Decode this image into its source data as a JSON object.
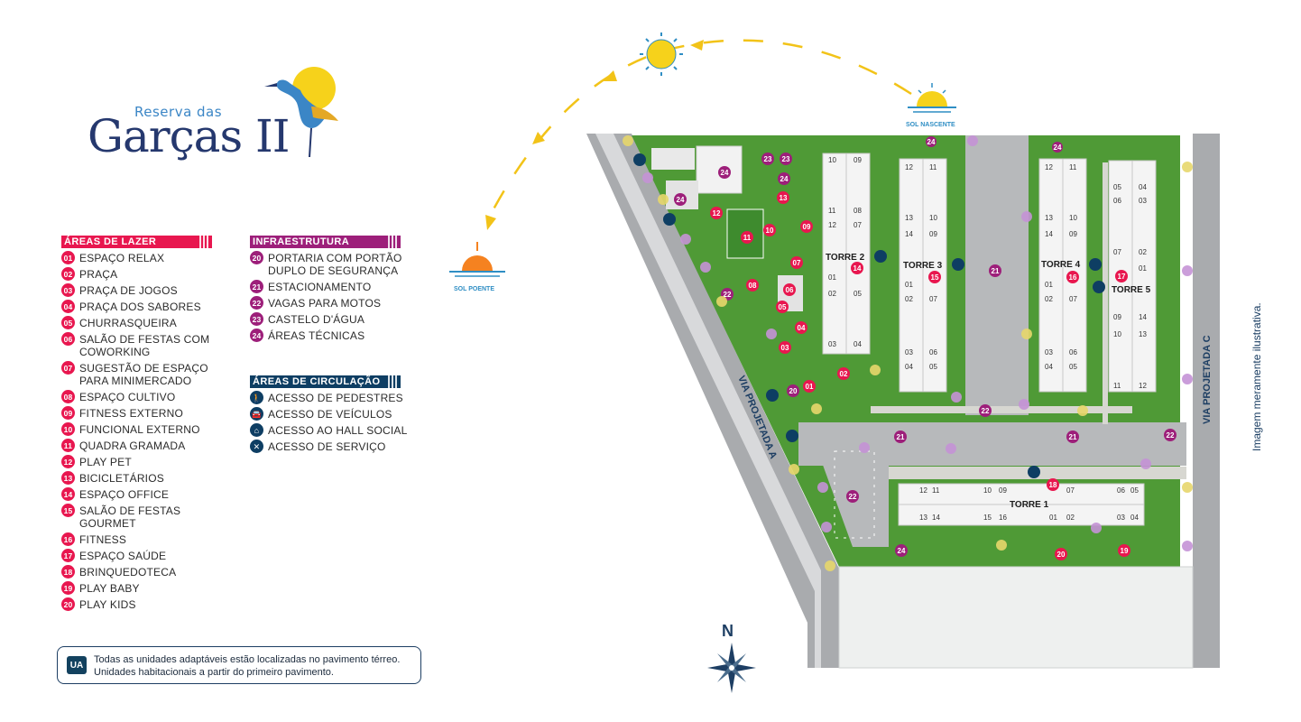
{
  "logo": {
    "subtitle": "Reserva das",
    "title": "Garças II"
  },
  "legend": {
    "lazer": {
      "title": "ÁREAS DE LAZER",
      "items": [
        {
          "n": "01",
          "label": "ESPAÇO RELAX"
        },
        {
          "n": "02",
          "label": "PRAÇA"
        },
        {
          "n": "03",
          "label": "PRAÇA DE JOGOS"
        },
        {
          "n": "04",
          "label": "PRAÇA DOS SABORES"
        },
        {
          "n": "05",
          "label": "CHURRASQUEIRA"
        },
        {
          "n": "06",
          "label": "SALÃO DE FESTAS COM COWORKING"
        },
        {
          "n": "07",
          "label": "SUGESTÃO DE ESPAÇO PARA MINIMERCADO"
        },
        {
          "n": "08",
          "label": "ESPAÇO CULTIVO"
        },
        {
          "n": "09",
          "label": "FITNESS EXTERNO"
        },
        {
          "n": "10",
          "label": "FUNCIONAL EXTERNO"
        },
        {
          "n": "11",
          "label": "QUADRA GRAMADA"
        },
        {
          "n": "12",
          "label": "PLAY PET"
        },
        {
          "n": "13",
          "label": "BICICLETÁRIOS"
        },
        {
          "n": "14",
          "label": "ESPAÇO OFFICE"
        },
        {
          "n": "15",
          "label": "SALÃO DE FESTAS GOURMET"
        },
        {
          "n": "16",
          "label": "FITNESS"
        },
        {
          "n": "17",
          "label": "ESPAÇO SAÚDE"
        },
        {
          "n": "18",
          "label": "BRINQUEDOTECA"
        },
        {
          "n": "19",
          "label": "PLAY BABY"
        },
        {
          "n": "20",
          "label": "PLAY KIDS"
        }
      ]
    },
    "infra": {
      "title": "INFRAESTRUTURA",
      "items": [
        {
          "n": "20",
          "label": "PORTARIA COM PORTÃO DUPLO DE SEGURANÇA"
        },
        {
          "n": "21",
          "label": "ESTACIONAMENTO"
        },
        {
          "n": "22",
          "label": "VAGAS PARA MOTOS"
        },
        {
          "n": "23",
          "label": "CASTELO D'ÁGUA"
        },
        {
          "n": "24",
          "label": "ÁREAS TÉCNICAS"
        }
      ]
    },
    "circ": {
      "title": "ÁREAS DE CIRCULAÇÃO",
      "items": [
        {
          "icon": "pedestrian-icon",
          "glyph": "🚶",
          "label": "ACESSO DE PEDESTRES"
        },
        {
          "icon": "vehicle-icon",
          "glyph": "🚘",
          "label": "ACESSO DE VEÍCULOS"
        },
        {
          "icon": "hall-icon",
          "glyph": "⌂",
          "label": "ACESSO AO HALL SOCIAL"
        },
        {
          "icon": "service-icon",
          "glyph": "✕",
          "label": "ACESSO DE SERVIÇO"
        }
      ]
    }
  },
  "note": {
    "badge": "UA",
    "line1": "Todas as unidades adaptáveis estão localizadas no pavimento térreo.",
    "line2": "Unidades habitacionais a partir do primeiro pavimento."
  },
  "map": {
    "sun_rise": "SOL NASCENTE",
    "sun_set": "SOL POENTE",
    "north": "N",
    "road_a": "VIA PROJETADA A",
    "road_c": "VIA PROJETADA C",
    "towers": [
      "TORRE 1",
      "TORRE 2",
      "TORRE 3",
      "TORRE 4",
      "TORRE 5"
    ],
    "disclaimer": "Imagem meramente ilustrativa.",
    "colors": {
      "lazer": "#e8174f",
      "infra": "#9d1f7a",
      "circ": "#0e3e63",
      "grass": "#4f9a36",
      "road": "#a9abae"
    }
  }
}
